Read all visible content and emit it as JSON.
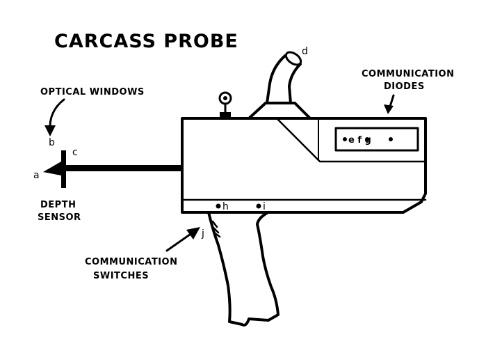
{
  "title": "CARCASS   PROBE",
  "callouts": {
    "optical_windows": "OPTICAL WINDOWS",
    "depth_sensor_line1": "DEPTH",
    "depth_sensor_line2": "SENSOR",
    "communication_diodes_line1": "COMMUNICATION",
    "communication_diodes_line2": "DIODES",
    "communication_switches_line1": "COMMUNICATION",
    "communication_switches_line2": "SWITCHES"
  },
  "part_labels": {
    "a": "a",
    "b": "b",
    "c": "c",
    "d": "d",
    "h": "h",
    "i": "i",
    "j": "j"
  },
  "diode_panel": "e   f   g",
  "colors": {
    "ink": "#000000",
    "background": "#ffffff"
  }
}
